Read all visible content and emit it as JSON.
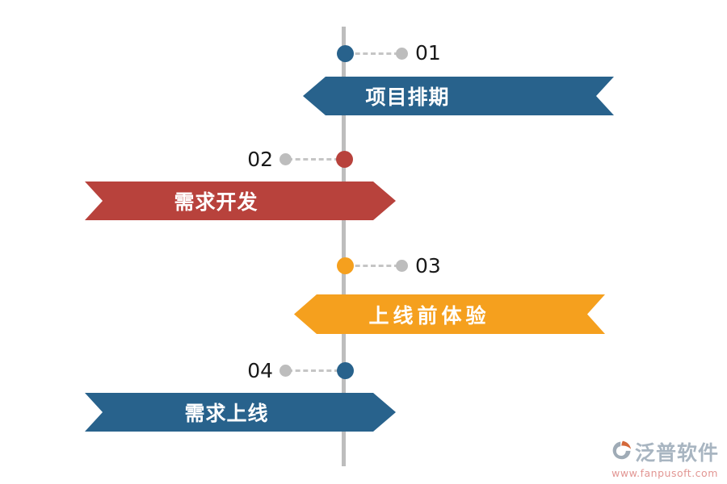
{
  "timeline": {
    "axis_color": "#bdbdbd",
    "connector_color": "#c5c5c5",
    "steps": [
      {
        "number": "01",
        "label": "项目排期",
        "color": "#28628c",
        "side": "right"
      },
      {
        "number": "02",
        "label": "需求开发",
        "color": "#b8423c",
        "side": "left"
      },
      {
        "number": "03",
        "label": "上线前体验",
        "color": "#f5a01e",
        "side": "right"
      },
      {
        "number": "04",
        "label": "需求上线",
        "color": "#28628c",
        "side": "left"
      }
    ]
  },
  "watermark": {
    "brand": "泛普软件",
    "url": "www.fanpusoft.com",
    "brand_color": "#a8b5c1",
    "url_color": "#e29693",
    "icon_gray": "#9fabb6",
    "icon_orange": "#d4683a"
  }
}
